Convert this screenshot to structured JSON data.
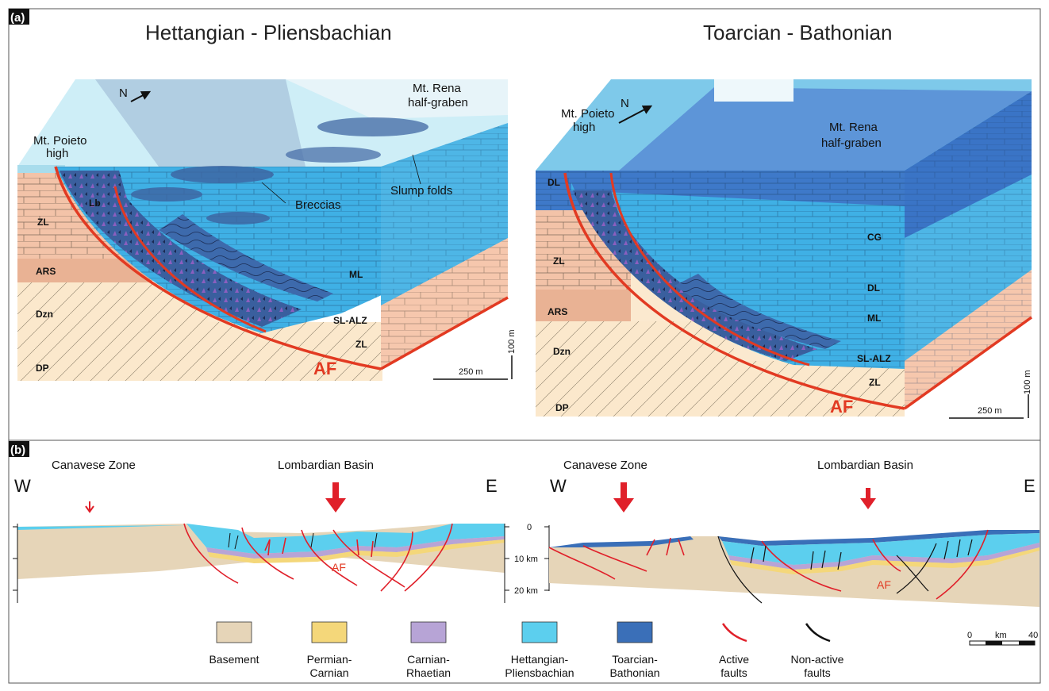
{
  "panel_a": {
    "tag": "(a)",
    "left": {
      "title": "Hettangian - Pliensbachian",
      "north": "N",
      "high": [
        "Mt. Poieto",
        "high"
      ],
      "graben": [
        "Mt. Rena",
        "half-graben"
      ],
      "breccias": "Breccias",
      "slump": "Slump folds",
      "units": {
        "zl": "ZL",
        "ars": "ARS",
        "dzn": "Dzn",
        "dp": "DP",
        "lb": "Lb",
        "ml": "ML",
        "slalz": "SL-ALZ",
        "zl2": "ZL"
      },
      "fault": "AF",
      "scale_h": "250 m",
      "scale_v": "100 m"
    },
    "right": {
      "title": "Toarcian - Bathonian",
      "north": "N",
      "high": [
        "Mt. Poieto",
        "high"
      ],
      "graben": [
        "Mt. Rena",
        "half-graben"
      ],
      "units": {
        "dl": "DL",
        "cg": "CG",
        "dl2": "DL",
        "zl": "ZL",
        "ars": "ARS",
        "ml": "ML",
        "dzn": "Dzn",
        "slalz": "SL-ALZ",
        "zl2": "ZL",
        "dp": "DP"
      },
      "fault": "AF",
      "scale_h": "250 m",
      "scale_v": "100 m"
    }
  },
  "panel_b": {
    "tag": "(b)",
    "left": {
      "zone": "Canavese Zone",
      "basin": "Lombardian Basin",
      "w": "W",
      "e": "E",
      "fault": "AF"
    },
    "right": {
      "zone": "Canavese Zone",
      "basin": "Lombardian Basin",
      "w": "W",
      "e": "E",
      "fault": "AF"
    },
    "depth_ticks": [
      "0",
      "10 km",
      "20 km"
    ],
    "scale": {
      "start": "0",
      "unit": "km",
      "end": "40"
    }
  },
  "legend": [
    {
      "name": "basement",
      "label": [
        "Basement"
      ],
      "color": "#e6d5b8"
    },
    {
      "name": "permian-carnian",
      "label": [
        "Permian-",
        "Carnian"
      ],
      "color": "#f4d77a"
    },
    {
      "name": "carnian-rhaetian",
      "label": [
        "Carnian-",
        "Rhaetian"
      ],
      "color": "#b7a4d6"
    },
    {
      "name": "hettangian-pliensbachian",
      "label": [
        "Hettangian-",
        "Pliensbachian"
      ],
      "color": "#5ccfee"
    },
    {
      "name": "toarcian-bathonian",
      "label": [
        "Toarcian-",
        "Bathonian"
      ],
      "color": "#3a6fb8"
    },
    {
      "name": "active-faults",
      "label": [
        "Active",
        "faults"
      ],
      "color": "#e0202a"
    },
    {
      "name": "non-active-faults",
      "label": [
        "Non-active",
        "faults"
      ],
      "color": "#111111"
    }
  ]
}
